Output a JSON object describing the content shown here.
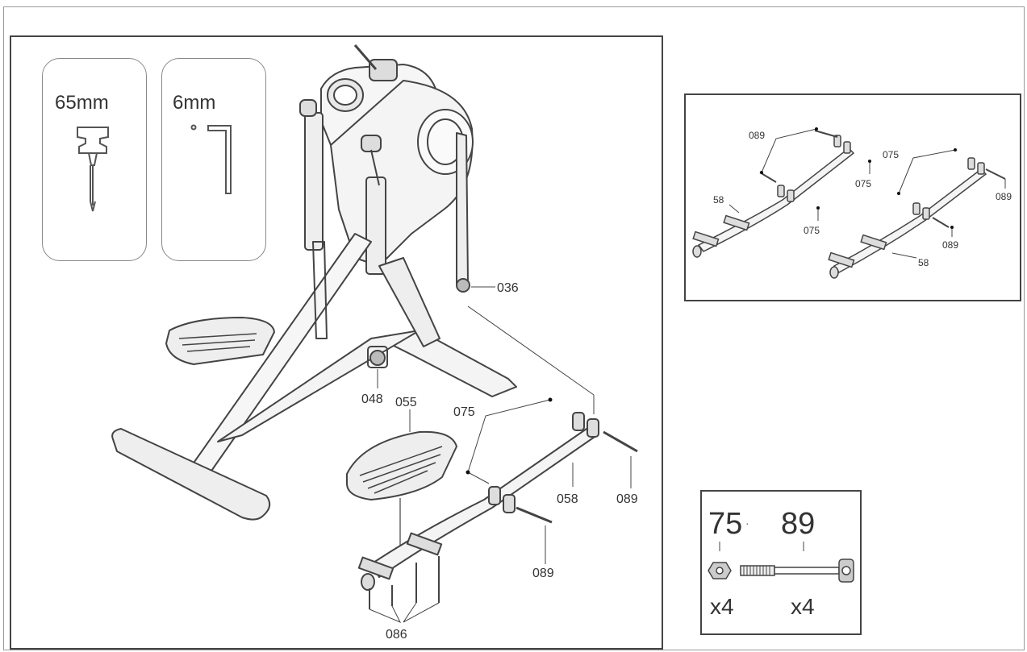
{
  "tools": [
    {
      "size": "65mm",
      "icon": "screwdriver-icon"
    },
    {
      "size": "6mm",
      "icon": "hex-key-icon"
    }
  ],
  "main_labels": {
    "p036": "036",
    "p048": "048",
    "p055": "055",
    "p075": "075",
    "p058": "058",
    "p089a": "089",
    "p089b": "089",
    "p086": "086"
  },
  "detail_labels": {
    "l089_left": "089",
    "l075_mid": "075",
    "l075_bot": "075",
    "l58_left": "58",
    "l075_right": "075",
    "l089_right": "089",
    "l089_bot": "089",
    "l58_right": "58"
  },
  "hardware": {
    "nut_code": "75",
    "bolt_code": "89",
    "nut_qty": "x4",
    "bolt_qty": "x4"
  },
  "colors": {
    "line": "#444444",
    "frame": "#444444"
  }
}
